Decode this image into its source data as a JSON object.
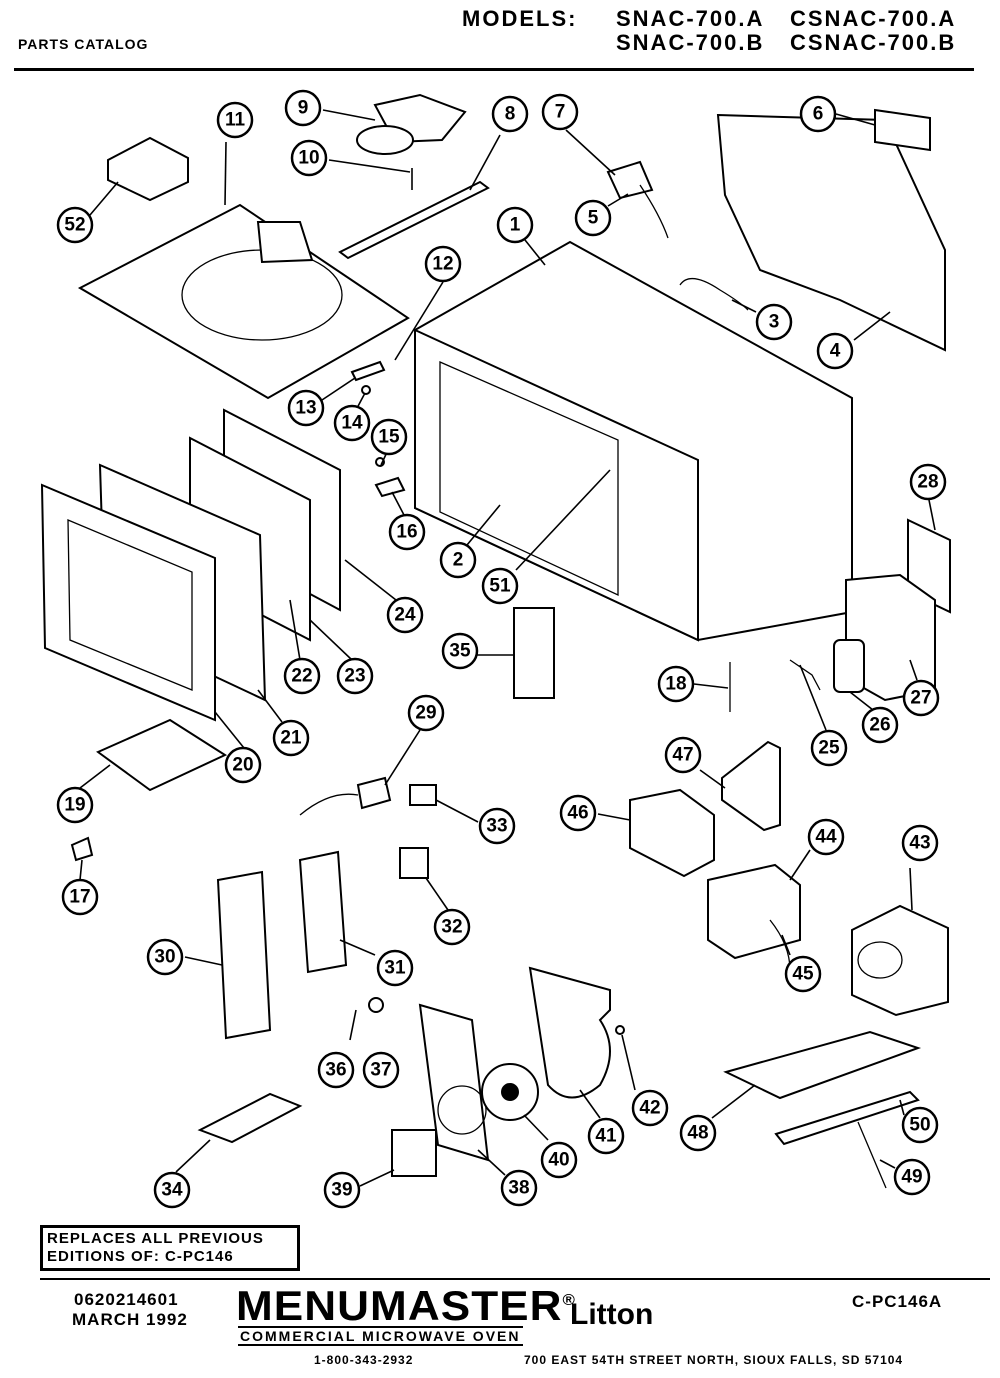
{
  "header": {
    "parts_catalog": "PARTS CATALOG",
    "models_label": "MODELS:",
    "models": [
      "SNAC-700.A",
      "CSNAC-700.A",
      "SNAC-700.B",
      "CSNAC-700.B"
    ]
  },
  "callouts": [
    "1",
    "2",
    "3",
    "4",
    "5",
    "6",
    "7",
    "8",
    "9",
    "10",
    "11",
    "12",
    "13",
    "14",
    "15",
    "16",
    "17",
    "18",
    "19",
    "20",
    "21",
    "22",
    "23",
    "24",
    "25",
    "26",
    "27",
    "28",
    "29",
    "30",
    "31",
    "32",
    "33",
    "34",
    "35",
    "36",
    "37",
    "38",
    "39",
    "40",
    "41",
    "42",
    "43",
    "44",
    "45",
    "46",
    "47",
    "48",
    "49",
    "50",
    "51",
    "52"
  ],
  "footer": {
    "replaces_line1": "REPLACES ALL PREVIOUS",
    "replaces_line2": "EDITIONS OF: C-PC146",
    "part_number": "0620214601",
    "date": "MARCH 1992",
    "brand": "MENUMASTER",
    "brand_mark": "®",
    "brand_sub": "COMMERCIAL MICROWAVE OVEN",
    "litton": "Litton",
    "catalog_code": "C-PC146A",
    "phone": "1-800-343-2932",
    "address": "700 EAST 54TH STREET NORTH, SIOUX FALLS, SD 57104"
  }
}
